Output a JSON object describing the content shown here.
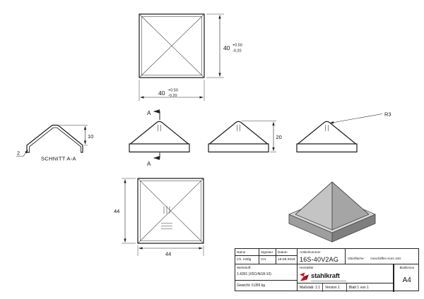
{
  "page": {
    "background": "#ffffff",
    "line_color": "#1c1c1c"
  },
  "drawing": {
    "top_view": {
      "width_dim": {
        "value": "40",
        "tol_plus": "+0.50",
        "tol_minus": "-0.20"
      },
      "height_dim": {
        "value": "40",
        "tol_plus": "+0.50",
        "tol_minus": "-0.20"
      }
    },
    "section_view": {
      "label": "SCHNITT A-A",
      "height_dim": "10",
      "thickness_dim": "2"
    },
    "side_views": {
      "cut_label_top": "A",
      "cut_label_bottom": "A",
      "height_dim": "20",
      "radius_dim": "R3"
    },
    "bottom_view": {
      "width_dim": "44",
      "height_dim": "44"
    }
  },
  "title_block": {
    "name_header": "Name",
    "signatur_header": "Signatur",
    "datum_header": "Datum",
    "name_value": "Ch. Höfig",
    "signatur_value": "CH",
    "datum_value": "18.09.2019",
    "artikelnummer_label": "Artikelnummer",
    "artikelnummer_value": "16S-40V2AG",
    "oberflaeche_label": "Oberfläche:",
    "oberflaeche_value": "Geschliffen Korn 240",
    "werkstoff_label": "Werkstoff:",
    "werkstoff_value": "1.4301 (X5CrNi18-10)",
    "gewicht": "Gewicht: 0,055 kg",
    "hersteller_label": "Hersteller",
    "logo_text": "stahlkraft",
    "massstab": "Maßstab: 1:1",
    "version": "Version 1",
    "blatt": "Blatt 1 von 1",
    "blattformat_label": "Blattformat",
    "blattformat_value": "A4",
    "logo_accent": "#c8121a"
  }
}
